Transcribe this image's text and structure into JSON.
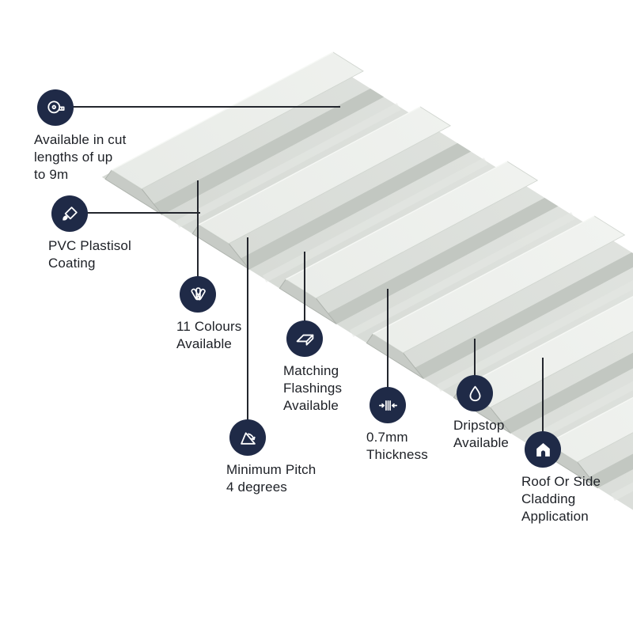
{
  "colors": {
    "navy": "#1f2a47",
    "line": "#23262d",
    "text": "#1d2026",
    "sheet_crown": "#eceeeb",
    "sheet_valley": "#d8dbd7",
    "sheet_shadow": "#c2c7c1"
  },
  "callouts": [
    {
      "id": "cut-lengths",
      "icon": "tape-measure-icon",
      "label": "Available in cut\nlengths of up\nto 9m"
    },
    {
      "id": "pvc-coating",
      "icon": "paint-brush-icon",
      "label": "PVC Plastisol\nCoating"
    },
    {
      "id": "colours",
      "icon": "colour-swatch-fan-icon",
      "label": "11 Colours\nAvailable"
    },
    {
      "id": "flashings",
      "icon": "flashing-sheet-icon",
      "label": "Matching\nFlashings\nAvailable"
    },
    {
      "id": "pitch",
      "icon": "pitch-angle-icon",
      "label": "Minimum Pitch\n4 degrees"
    },
    {
      "id": "thickness",
      "icon": "thickness-gauge-icon",
      "label": "0.7mm\nThickness"
    },
    {
      "id": "dripstop",
      "icon": "droplet-icon",
      "label": "Dripstop\nAvailable"
    },
    {
      "id": "cladding",
      "icon": "house-icon",
      "label": "Roof Or Side\nCladding\nApplication"
    }
  ]
}
